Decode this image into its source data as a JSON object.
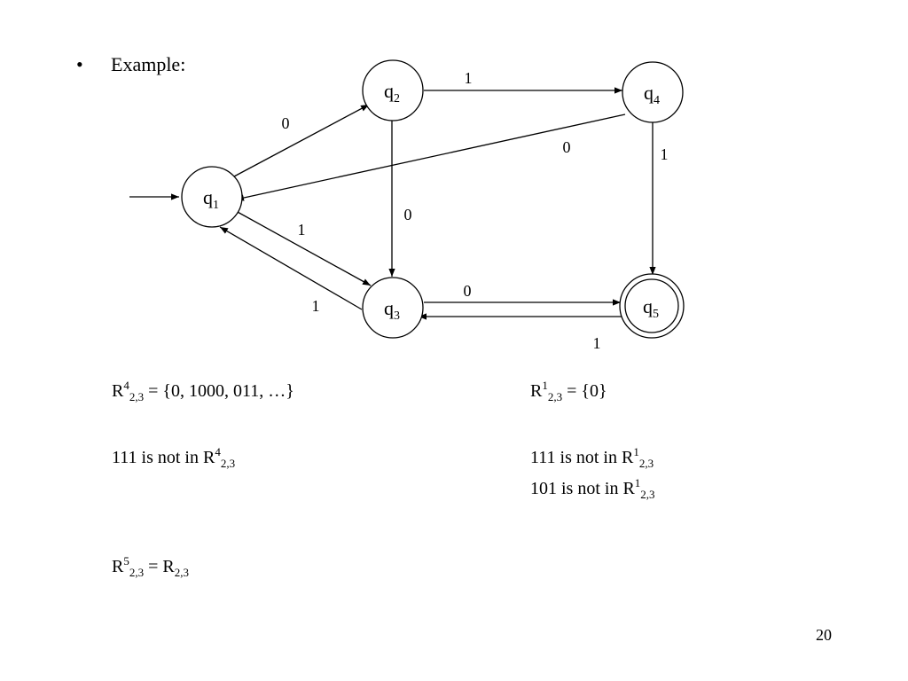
{
  "slide": {
    "bullet": "•",
    "heading": "Example:",
    "page_number": "20"
  },
  "diagram": {
    "states": [
      {
        "id": "q1",
        "letter": "q",
        "index": "1",
        "start": true,
        "accepting": false
      },
      {
        "id": "q2",
        "letter": "q",
        "index": "2",
        "start": false,
        "accepting": false
      },
      {
        "id": "q3",
        "letter": "q",
        "index": "3",
        "start": false,
        "accepting": false
      },
      {
        "id": "q4",
        "letter": "q",
        "index": "4",
        "start": false,
        "accepting": false
      },
      {
        "id": "q5",
        "letter": "q",
        "index": "5",
        "start": false,
        "accepting": true
      }
    ],
    "transitions": [
      {
        "from": "q1",
        "to": "q2",
        "label": "0"
      },
      {
        "from": "q2",
        "to": "q4",
        "label": "1"
      },
      {
        "from": "q4",
        "to": "q1",
        "label": "0"
      },
      {
        "from": "q2",
        "to": "q3",
        "label": "0"
      },
      {
        "from": "q4",
        "to": "q5",
        "label": "1"
      },
      {
        "from": "q1",
        "to": "q3",
        "label": "1"
      },
      {
        "from": "q3",
        "to": "q1",
        "label": "1"
      },
      {
        "from": "q3",
        "to": "q5",
        "label": "0"
      },
      {
        "from": "q5",
        "to": "q3",
        "label": "1"
      }
    ]
  },
  "equations": {
    "r4": {
      "base": "R",
      "sup": "4",
      "sub": "2,3",
      "rest": " = {0, 1000, 011, …}"
    },
    "r1": {
      "base": "R",
      "sup": "1",
      "sub": "2,3",
      "rest": " = {0}"
    },
    "not_r4": {
      "prefix": "111 is not in R",
      "sup": "4",
      "sub": "2,3"
    },
    "not_r1_a": {
      "prefix": "111 is not in R",
      "sup": "1",
      "sub": "2,3"
    },
    "not_r1_b": {
      "prefix": "101 is not in R",
      "sup": "1",
      "sub": "2,3"
    },
    "r5": {
      "base": "R",
      "sup": "5",
      "sub": "2,3",
      "mid": " = R",
      "sub2": "2,3"
    }
  }
}
